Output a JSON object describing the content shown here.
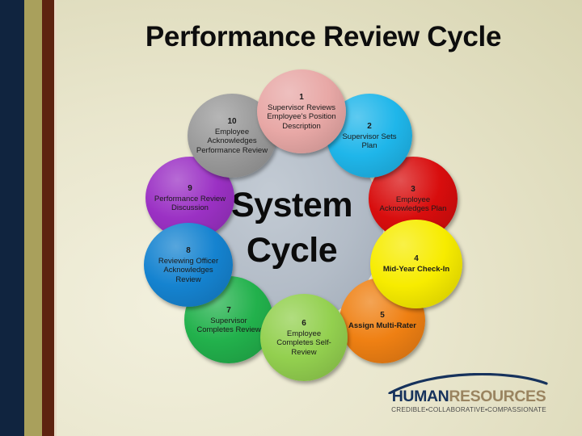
{
  "slide": {
    "title": "Performance Review Cycle",
    "background_color": "#e9e6cd",
    "bars": [
      {
        "name": "navy",
        "color": "#10243f"
      },
      {
        "name": "olive",
        "color": "#a9a05c"
      },
      {
        "name": "brown",
        "color": "#5d2310"
      }
    ]
  },
  "hub": {
    "line1": "System",
    "line2": "Cycle",
    "color": "#b3bcc7"
  },
  "chart_data": {
    "type": "diagram",
    "title": "Performance Review Cycle",
    "center_label": "System Cycle",
    "nodes": [
      {
        "number": "1",
        "label": "Supervisor Reviews Employee’s Position Description",
        "color": "#e8a8a6"
      },
      {
        "number": "2",
        "label": "Supervisor Sets Plan",
        "color": "#1fb6ea"
      },
      {
        "number": "3",
        "label": "Employee Acknowledges Plan",
        "color": "#d80d0d"
      },
      {
        "number": "4",
        "label": "Mid-Year Check-In",
        "color": "#f7ec00"
      },
      {
        "number": "5",
        "label": "Assign Multi-Rater",
        "color": "#ef8013"
      },
      {
        "number": "6",
        "label": "Employee Completes Self-Review",
        "color": "#93d04f"
      },
      {
        "number": "7",
        "label": "Supervisor Completes Review",
        "color": "#22b14c"
      },
      {
        "number": "8",
        "label": "Reviewing Officer Acknowledges Review",
        "color": "#1583d0"
      },
      {
        "number": "9",
        "label": "Performance Review Discussion",
        "color": "#9b31c4"
      },
      {
        "number": "10",
        "label": "Employee Acknowledges Performance Review",
        "color": "#9a9a9a"
      }
    ]
  },
  "logo": {
    "word1": "HUMAN",
    "word2": "RESOURCES",
    "tagline": "CREDIBLE•COLLABORATIVE•COMPASSIONATE",
    "arc_color": "#16325c",
    "word1_color": "#16325c",
    "word2_color": "#9a8460"
  }
}
